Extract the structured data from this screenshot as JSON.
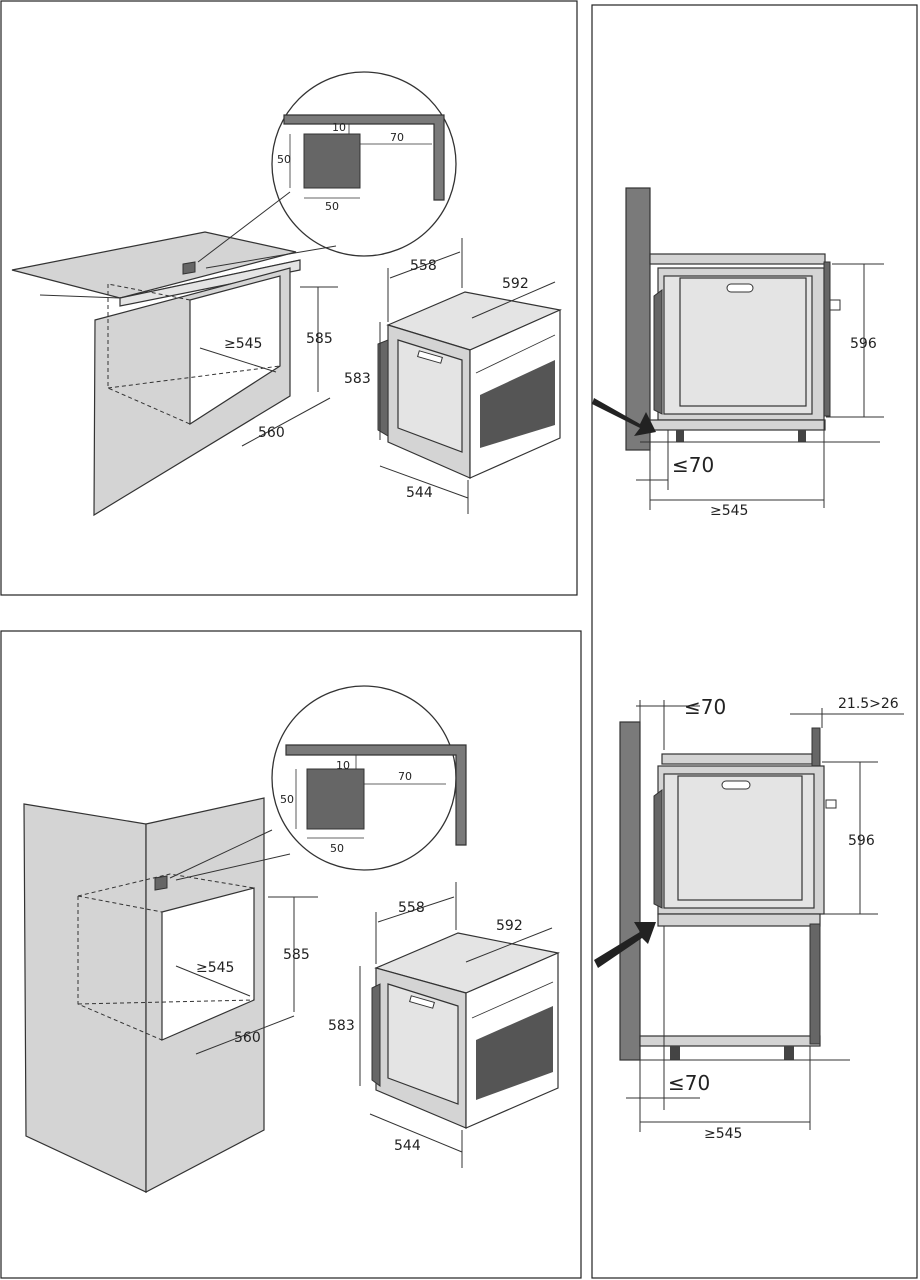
{
  "top_left": {
    "detail": {
      "d10": "10",
      "d70": "70",
      "d50_side": "50",
      "d50_bottom": "50"
    },
    "niche": {
      "depth": "≥545",
      "height": "585",
      "width": "560"
    },
    "oven": {
      "depth_top": "558",
      "width": "592",
      "height": "583",
      "depth_bottom": "544"
    }
  },
  "bottom_left": {
    "detail": {
      "d10": "10",
      "d70": "70",
      "d50_side": "50",
      "d50_bottom": "50"
    },
    "niche": {
      "depth": "≥545",
      "height": "585",
      "width": "560"
    },
    "oven": {
      "depth_top": "558",
      "width": "592",
      "height": "583",
      "depth_bottom": "544"
    }
  },
  "right_top": {
    "height": "596",
    "gap": "≤70",
    "depth": "≥545"
  },
  "right_bottom": {
    "gap_top": "≤70",
    "offset": "21.5>26",
    "height": "596",
    "gap": "≤70",
    "depth": "≥545"
  },
  "colors": {
    "panel": "#d4d4d4",
    "wall": "#7a7a7a",
    "line": "#333333"
  }
}
